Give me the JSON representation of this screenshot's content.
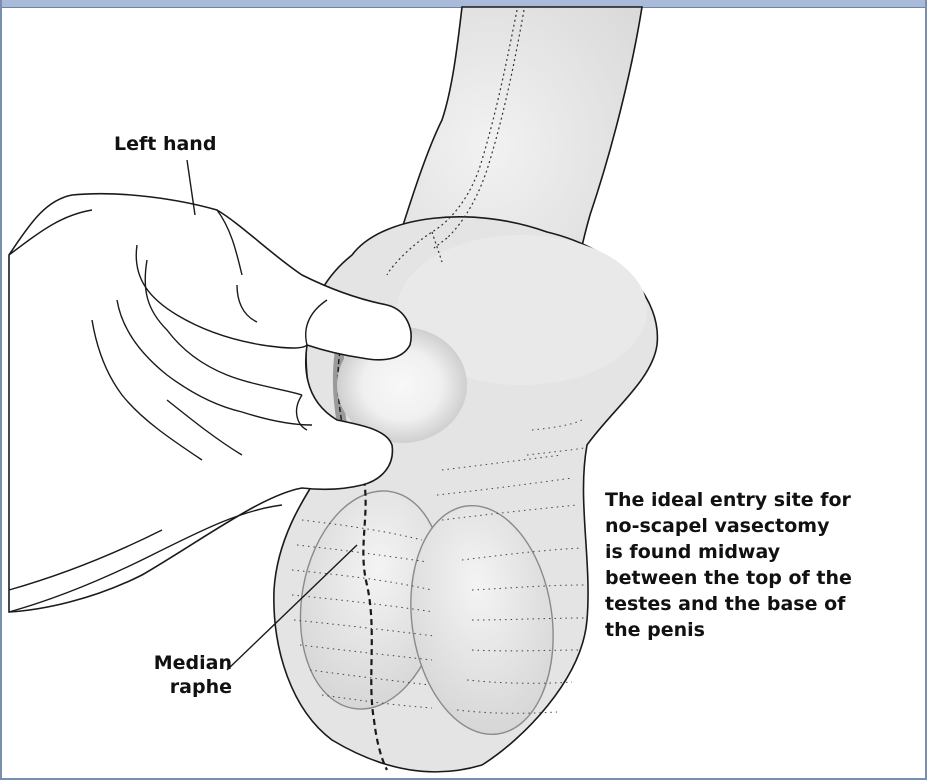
{
  "labels": {
    "left_hand": "Left hand",
    "median_raphe_line1": "Median",
    "median_raphe_line2": "raphe"
  },
  "callout": {
    "lines": [
      "The ideal entry site for",
      "no-scapel vasectomy",
      "is found midway",
      "between the top of the",
      "testes and the base of",
      "the penis"
    ]
  },
  "colors": {
    "frame": "#7a8fb0",
    "top_bar": "#a9bbd8",
    "skin_fill": "#e6e6e6",
    "outline": "#1a1a1a"
  }
}
